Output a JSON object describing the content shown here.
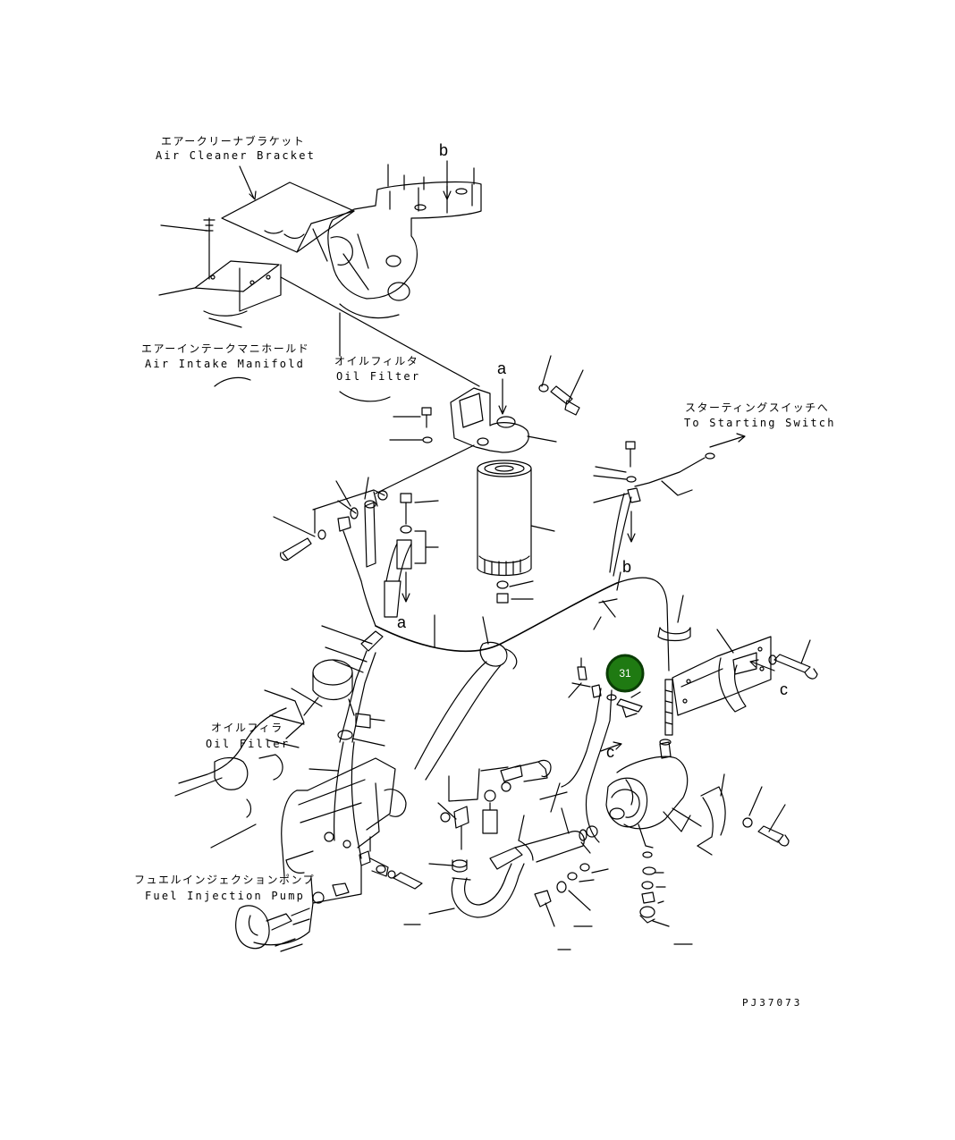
{
  "labels": {
    "air_cleaner_bracket_jp": "エアークリーナブラケット",
    "air_cleaner_bracket_en": "Air Cleaner Bracket",
    "air_intake_manifold_jp": "エアーインテークマニホールド",
    "air_intake_manifold_en": "Air Intake Manifold",
    "oil_filter_jp": "オイルフィルタ",
    "oil_filter_en": "Oil Filter",
    "starting_switch_jp": "スターティングスイッチへ",
    "starting_switch_en": "To Starting Switch",
    "oil_filler_jp": "オイルフィラ",
    "oil_filler_en": "Oil Filler",
    "fuel_injection_pump_jp": "フュエルインジェクションポンプ",
    "fuel_injection_pump_en": "Fuel Injection Pump"
  },
  "reference_letters": {
    "a": "a",
    "b": "b",
    "c": "c"
  },
  "callout": {
    "number": "31",
    "color": "#1f7a12",
    "ring": "#0a3d05"
  },
  "drawing_code": "PJ37073"
}
